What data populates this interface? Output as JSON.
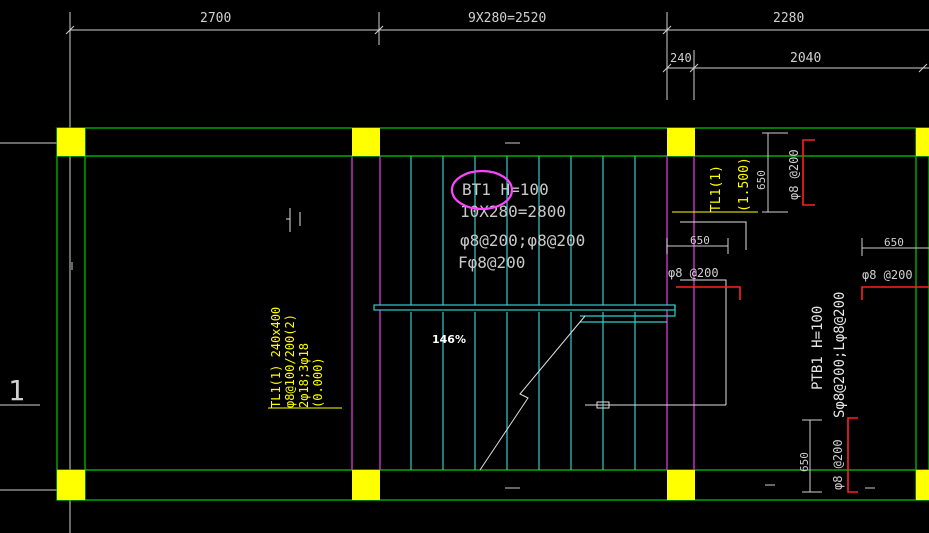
{
  "colors": {
    "background": "#000000",
    "dimension": "#d0d0d0",
    "beam": "#00cc00",
    "column": "#ffff00",
    "wall": "#cc33cc",
    "stair": "#33cccc",
    "annotation_yellow": "#ffff00",
    "rebar": "#ff2020",
    "highlight": "#ff44ff"
  },
  "dimensions": {
    "top_left": "2700",
    "top_center": "9X280=2520",
    "top_right": "2280",
    "sub_left": "240",
    "sub_right": "2040",
    "right_650_a": "650",
    "right_650_b": "650",
    "mid_650": "650",
    "bottom_650": "650"
  },
  "axis_label": "1",
  "stair": {
    "name": "BT1 H=100",
    "steps": "10X280=2800",
    "rebar_main": "φ8@200;φ8@200",
    "rebar_dist": "Fφ8@200"
  },
  "beam_tl_left": {
    "line1": "TL1(1) 240x400",
    "line2": "φ8@100/200(2)",
    "line3": "2φ18;3φ18",
    "line4": "(0.000)"
  },
  "beam_tl_right": {
    "line1": "TL1(1)",
    "line2": "(1.500)"
  },
  "rebar_labels": {
    "right_top": "φ8 @200",
    "mid": "φ8 @200",
    "right_mid": "φ8 @200",
    "bottom": "φ8 @200"
  },
  "ptb": {
    "line1": "PTB1 H=100",
    "line2": "Sφ8@200;Lφ8@200"
  },
  "zoom_level": "146%"
}
